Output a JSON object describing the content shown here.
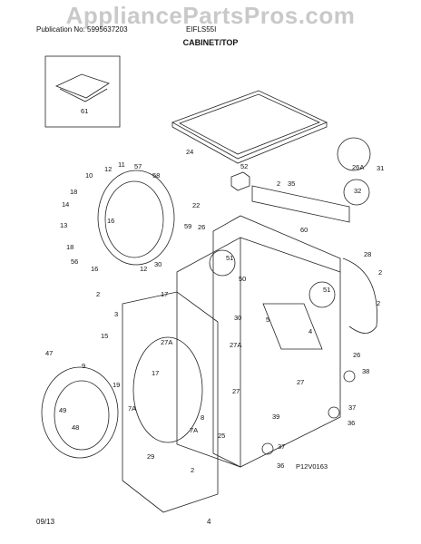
{
  "watermark": "AppliancePartsPros.com",
  "header": {
    "publication": "Publication No: 5995637203",
    "model": "EIFLS55I",
    "section": "CABINET/TOP"
  },
  "diagram_code": "P12V0163",
  "footer": {
    "date": "09/13",
    "page": "4"
  },
  "callouts": [
    "61",
    "24",
    "52",
    "26A",
    "31",
    "32",
    "2",
    "35",
    "10",
    "12",
    "11",
    "57",
    "58",
    "18",
    "14",
    "16",
    "13",
    "18",
    "56",
    "16",
    "12",
    "22",
    "59",
    "26",
    "51",
    "60",
    "50",
    "30",
    "17",
    "28",
    "2",
    "51",
    "2",
    "2",
    "30",
    "3",
    "5",
    "4",
    "47",
    "15",
    "9",
    "19",
    "27A",
    "17",
    "27A",
    "27",
    "7A",
    "38",
    "26",
    "27",
    "39",
    "37",
    "36",
    "49",
    "48",
    "7A",
    "8",
    "25",
    "29",
    "37",
    "36",
    "2"
  ]
}
